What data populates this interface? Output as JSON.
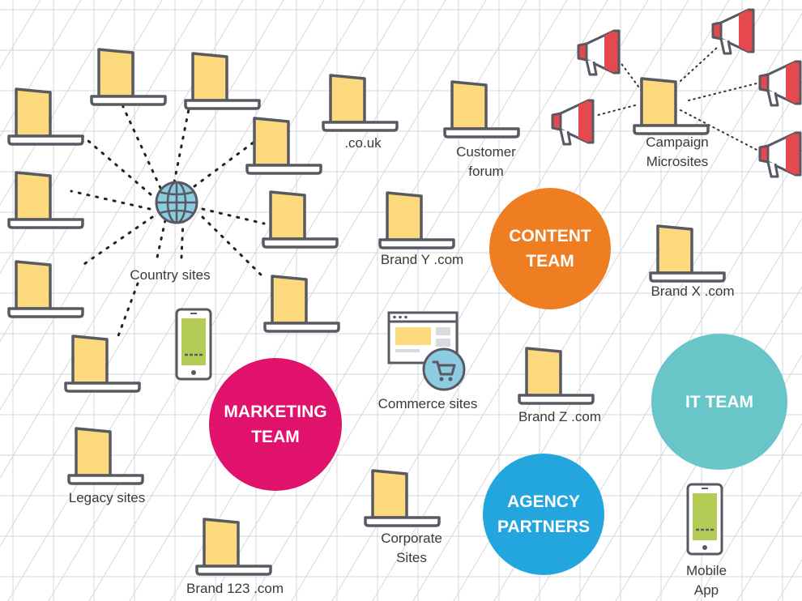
{
  "colors": {
    "marketing": "#e0126b",
    "content": "#ef7d22",
    "it": "#68c6c9",
    "agency": "#22a6dd",
    "screen": "#fcd97d",
    "outline": "#575a63",
    "phone_screen": "#b4cc56",
    "globe": "#8ccbe0",
    "megaphone": "#e5494f",
    "grid": "#d7d7dc"
  },
  "teams": {
    "marketing": "MARKETING\nTEAM",
    "content": "CONTENT\nTEAM",
    "it": "IT TEAM",
    "agency": "AGENCY\nPARTNERS"
  },
  "labels": {
    "country_sites": "Country sites",
    "co_uk": ".co.uk",
    "customer_forum": "Customer\nforum",
    "campaign_microsites": "Campaign\nMicrosites",
    "brand_y": "Brand Y .com",
    "brand_x": "Brand X .com",
    "commerce_sites": "Commerce sites",
    "brand_z": "Brand Z .com",
    "legacy_sites": "Legacy sites",
    "corporate_sites": "Corporate\nSites",
    "brand_123": "Brand 123 .com",
    "mobile_app": "Mobile\nApp"
  },
  "icons": {
    "laptop": "laptop-icon",
    "phone": "smartphone-icon",
    "globe": "globe-icon",
    "megaphone": "megaphone-icon",
    "cart": "shopping-cart-icon",
    "browser": "browser-window-icon"
  }
}
